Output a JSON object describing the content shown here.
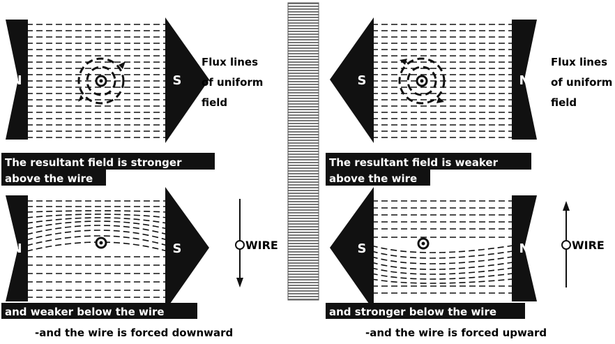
{
  "panels": {
    "top_left": {
      "left_pole": "N",
      "right_pole": "S",
      "flux_label": [
        "Flux lines",
        "of uniform",
        "field"
      ],
      "caption": [
        "The resultant field is stronger",
        "above the wire"
      ]
    },
    "top_right": {
      "left_pole": "S",
      "right_pole": "N",
      "flux_label": [
        "Flux lines",
        "of uniform",
        "field"
      ],
      "caption": [
        "The resultant field is weaker",
        "above the wire"
      ]
    },
    "bottom_left": {
      "left_pole": "N",
      "right_pole": "S",
      "wire_label": "WIRE",
      "force_direction": "down",
      "caption": "and weaker below the wire",
      "note": "-and the wire is forced downward"
    },
    "bottom_right": {
      "left_pole": "S",
      "right_pole": "N",
      "wire_label": "WIRE",
      "force_direction": "up",
      "caption": "and stronger below the wire",
      "note": "-and the wire is forced upward"
    }
  },
  "colors": {
    "ink": "#111111",
    "paper": "#ffffff",
    "divider": "#777777"
  }
}
